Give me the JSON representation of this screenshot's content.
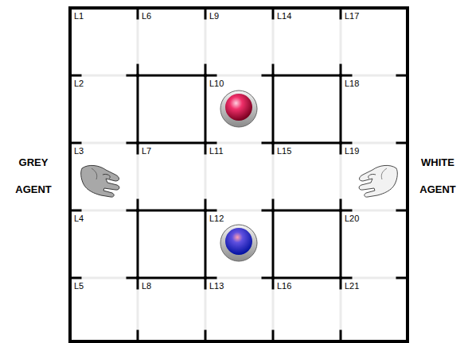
{
  "diagram": {
    "nodes": [
      {
        "text": [
          "L1"
        ]
      },
      {
        "text": [
          "L6"
        ]
      },
      {
        "text": [
          "L9"
        ]
      },
      {
        "text": [
          "L14"
        ]
      },
      {
        "text": [
          "L17"
        ]
      },
      {
        "text": [
          "L2"
        ]
      },
      {
        "text": [
          "L10"
        ]
      },
      {
        "text": [
          "L18"
        ]
      },
      {
        "text": [
          "L3"
        ]
      },
      {
        "text": [
          "L7"
        ]
      },
      {
        "text": [
          "L11"
        ]
      },
      {
        "text": [
          "L15"
        ]
      },
      {
        "text": [
          "L19"
        ]
      },
      {
        "text": [
          "L4"
        ]
      },
      {
        "text": [
          "L12"
        ]
      },
      {
        "text": [
          "L20"
        ]
      },
      {
        "text": [
          "L5"
        ]
      },
      {
        "text": [
          "L8"
        ]
      },
      {
        "text": [
          "L13"
        ]
      },
      {
        "text": [
          "L16"
        ]
      },
      {
        "text": [
          "L21"
        ]
      }
    ],
    "labels": [
      "GREY AGENT",
      "WHITE AGENT"
    ]
  }
}
